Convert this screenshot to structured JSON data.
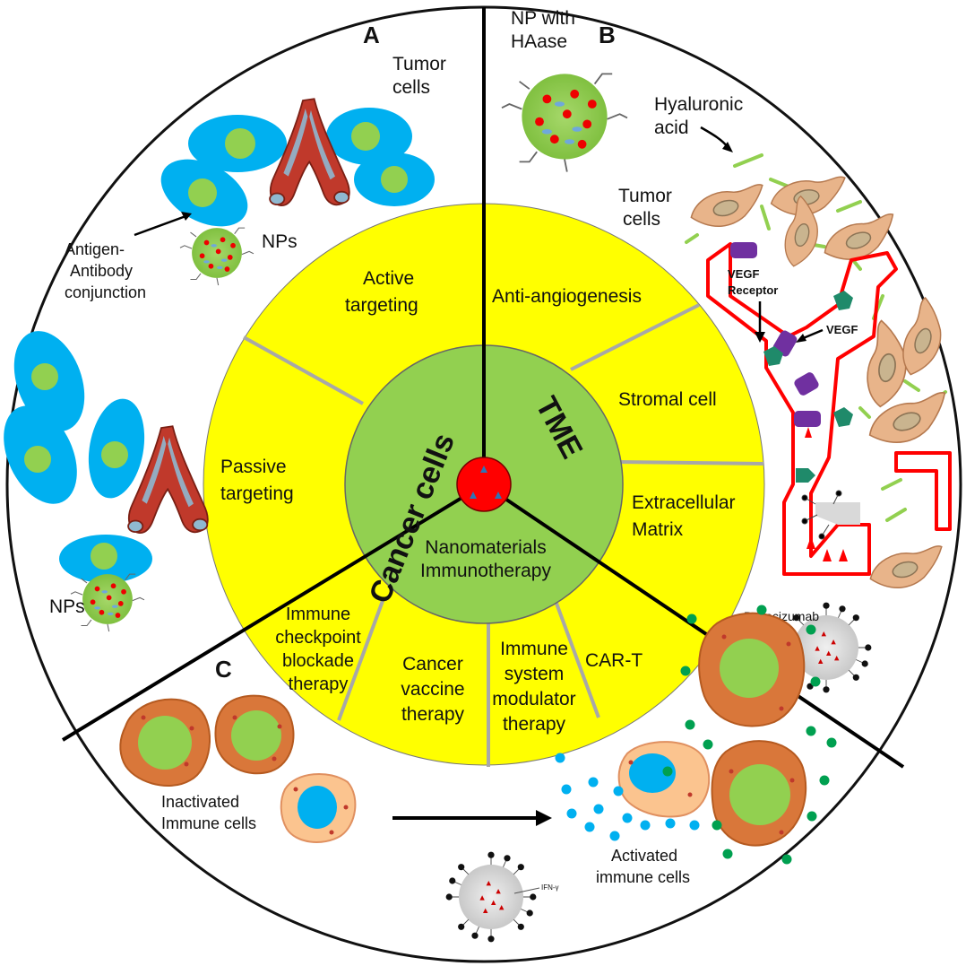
{
  "panels": {
    "a": "A",
    "b": "B",
    "c": "C"
  },
  "core": {
    "cancer_cells": "Cancer cells",
    "tme": "TME",
    "nano_line1": "Nanomaterials",
    "nano_line2": "Immunotherapy"
  },
  "ring_segments": {
    "active": [
      "Active",
      "targeting"
    ],
    "passive": [
      "Passive",
      "targeting"
    ],
    "anti_angio": [
      "Anti-angiogenesis"
    ],
    "stromal": [
      "Stromal cell"
    ],
    "ecm": [
      "Extracellular",
      "Matrix"
    ],
    "checkpoint": [
      "Immune",
      "checkpoint",
      "blockade",
      "therapy"
    ],
    "vaccine": [
      "Cancer",
      "vaccine",
      "therapy"
    ],
    "modulator": [
      "Immune",
      "system",
      "modulator",
      "therapy"
    ],
    "cart": [
      "CAR-T"
    ]
  },
  "panel_a": {
    "tumor_cells": [
      "Tumor",
      "cells"
    ],
    "nps_top": "NPs",
    "antigen": [
      "Antigen-",
      "Antibody",
      "conjunction"
    ],
    "nps_bottom": "NPs"
  },
  "panel_b": {
    "np_haase": [
      "NP with",
      "HAase"
    ],
    "hyaluronic": [
      "Hyaluronic",
      "acid"
    ],
    "tumor_cells": [
      "Tumor",
      "cells"
    ],
    "vegf_receptor": [
      "VEGF",
      "Receptor"
    ],
    "vegf": "VEGF",
    "bevacizumab": "Bevacizumab"
  },
  "panel_c": {
    "inactivated": [
      "Inactivated",
      "Immune cells"
    ],
    "activated": [
      "Activated",
      "immune cells"
    ],
    "ifn": "IFN-γ"
  },
  "colors": {
    "outer_ring_fill": "#ffffff",
    "middle_ring": "#ffff00",
    "inner_circle": "#92d050",
    "center_dot": "#ff0000",
    "tumor_cell_blue": "#00b0f0",
    "np_green": "#92d050",
    "vessel_red": "#c0392b",
    "red_outline": "#ff0000",
    "vegf_purple": "#7030a0",
    "vegf_green": "#1f8a6a",
    "stroma_tan": "#e8b48a",
    "immune_orange": "#d9773a"
  }
}
